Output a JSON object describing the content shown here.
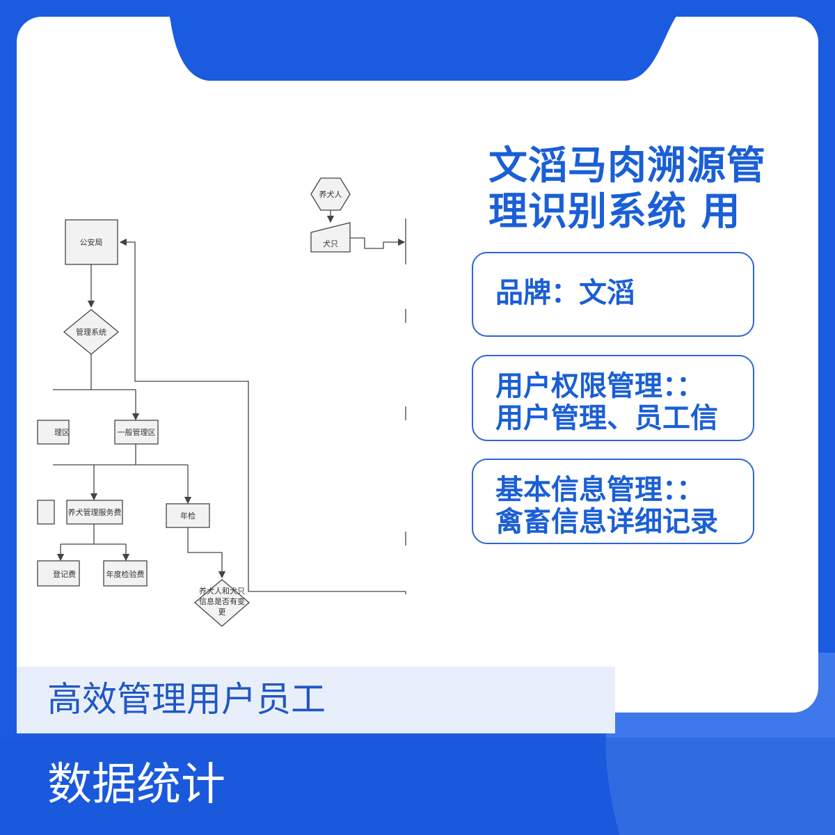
{
  "title": {
    "line1": "文滔马肉溯源管",
    "line2": "理识别系统 用"
  },
  "brand": {
    "text": "品牌：文滔"
  },
  "user_permission": {
    "line1": "用户权限管理：：",
    "line2": "用户管理、员工信"
  },
  "basic_info": {
    "line1": "基本信息管理：：",
    "line2": "禽畜信息详细记录"
  },
  "band": {
    "text": "高效管理用户员工"
  },
  "footer": {
    "text": "数据统计"
  },
  "flowchart": {
    "owner": "养犬人",
    "dog": "犬只",
    "police": "公安局",
    "system": "管理系统",
    "zone_partial": "理区",
    "general_zone": "一般管理区",
    "service_fee": "养犬管理服务费",
    "annual_check": "年检",
    "reg_fee_partial": "登记费",
    "annual_check_fee": "年度检验费",
    "change_line1": "养犬人和犬只",
    "change_line2": "信息是否有变",
    "change_line3": "更"
  },
  "colors": {
    "brand_blue": "#1a5fd6",
    "background_blue": "#1a5be0",
    "band_light": "#e9effa",
    "box_border": "#2a66d4"
  }
}
